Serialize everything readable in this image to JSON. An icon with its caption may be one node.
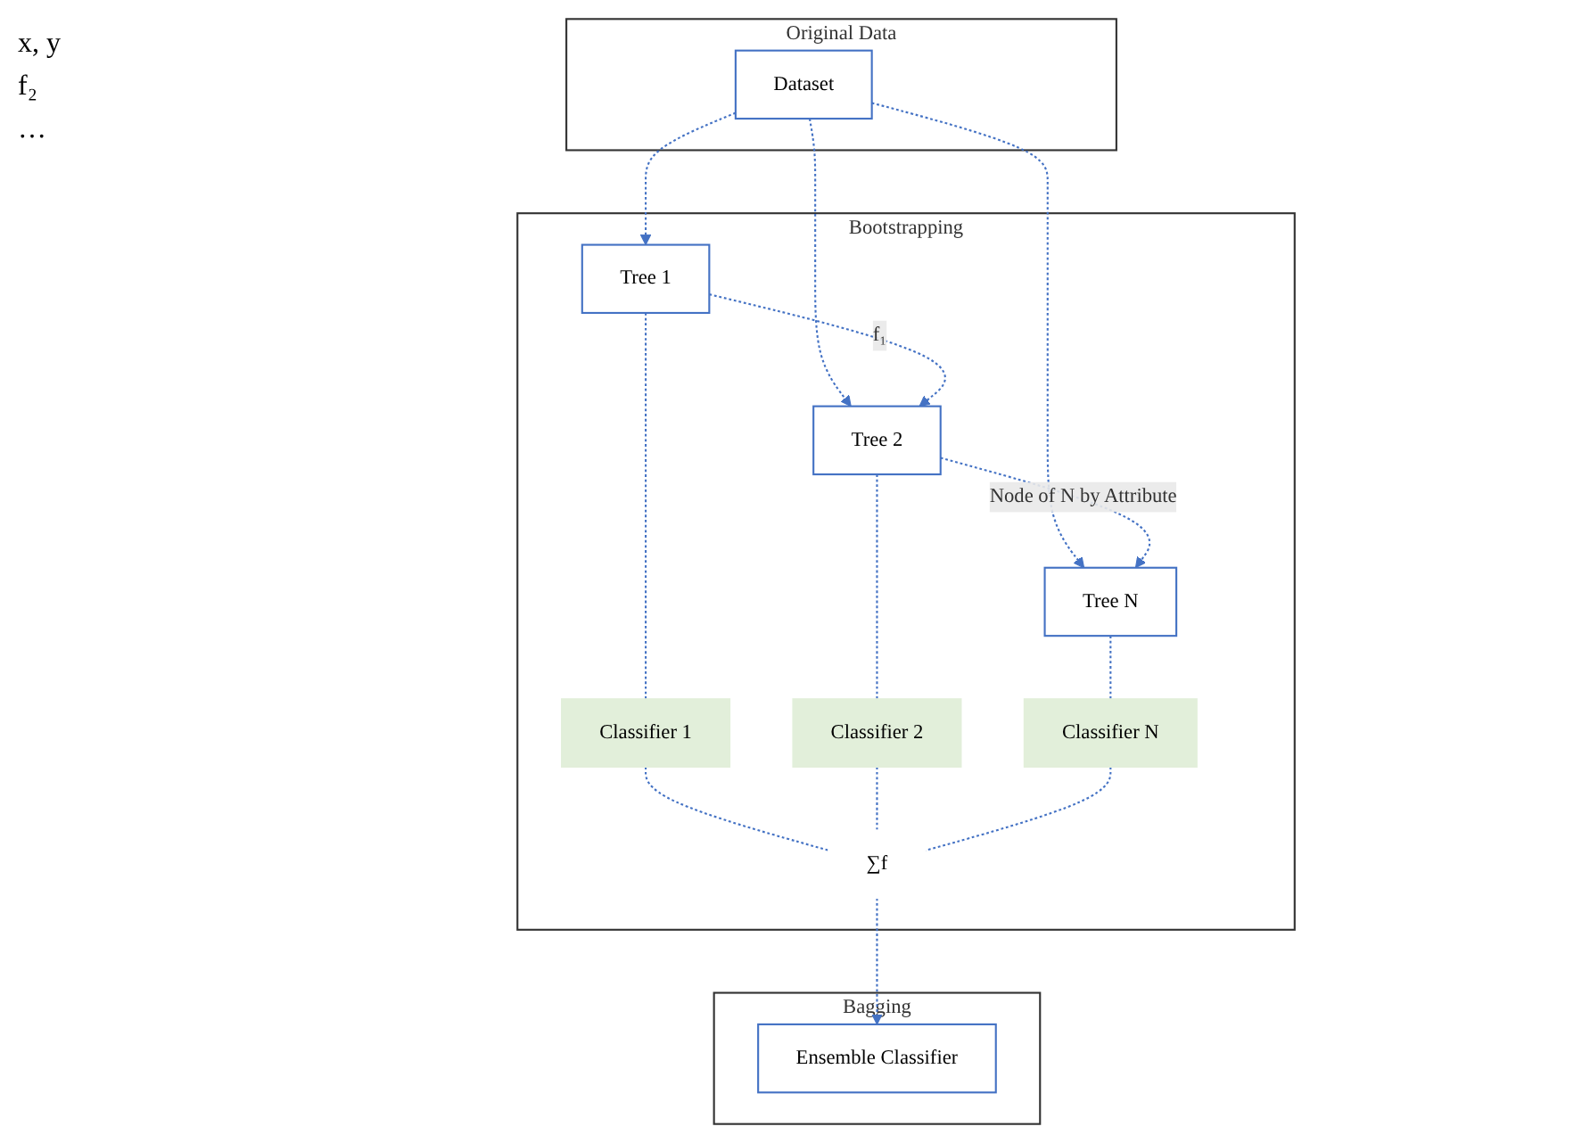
{
  "diagram": {
    "nodes": [
      {
        "text": [
          "Original Data"
        ]
      },
      {
        "text": [
          "Dataset"
        ],
        "in": 0
      },
      {
        "text": [
          "Bootstrapping"
        ]
      },
      {
        "text": [
          "Tree 1"
        ],
        "in": 2
      },
      {
        "text": [
          "Tree 2"
        ],
        "in": 2
      },
      {
        "text": [
          "Tree N"
        ],
        "in": 2
      },
      {
        "text": [
          "Classifier 1"
        ],
        "in": 2
      },
      {
        "text": [
          "Classifier 2"
        ],
        "in": 2
      },
      {
        "text": [
          "Classifier N"
        ],
        "in": 2
      },
      {
        "text": [
          "∑f"
        ],
        "in": 2
      },
      {
        "text": [
          "Bagging"
        ]
      },
      {
        "text": [
          "Ensemble Classifier"
        ],
        "in": 10
      }
    ],
    "edges": [
      {
        "from": 1,
        "to": 3,
        "arrow": "to",
        "style": "dashed"
      },
      {
        "from": 1,
        "to": 4,
        "arrow": "to",
        "style": "dashed"
      },
      {
        "from": 1,
        "to": 5,
        "arrow": "to",
        "style": "dashed"
      },
      {
        "from": 3,
        "to": 4,
        "arrow": "to",
        "style": "dashed",
        "label": "f₁"
      },
      {
        "from": 4,
        "to": 5,
        "arrow": "to",
        "style": "dashed",
        "label": "Node of N by Attribute"
      },
      {
        "from": 3,
        "to": 6,
        "arrow": "none",
        "style": "dashed"
      },
      {
        "from": 4,
        "to": 7,
        "arrow": "none",
        "style": "dashed"
      },
      {
        "from": 5,
        "to": 8,
        "arrow": "none",
        "style": "dashed"
      },
      {
        "from": 6,
        "to": 9,
        "arrow": "none",
        "style": "dashed"
      },
      {
        "from": 7,
        "to": 9,
        "arrow": "none",
        "style": "dashed"
      },
      {
        "from": 8,
        "to": 9,
        "arrow": "none",
        "style": "dashed"
      },
      {
        "from": 9,
        "to": 11,
        "arrow": "to",
        "style": "dashed"
      }
    ],
    "labels": [
      "x, y",
      "f₂",
      "…"
    ]
  }
}
